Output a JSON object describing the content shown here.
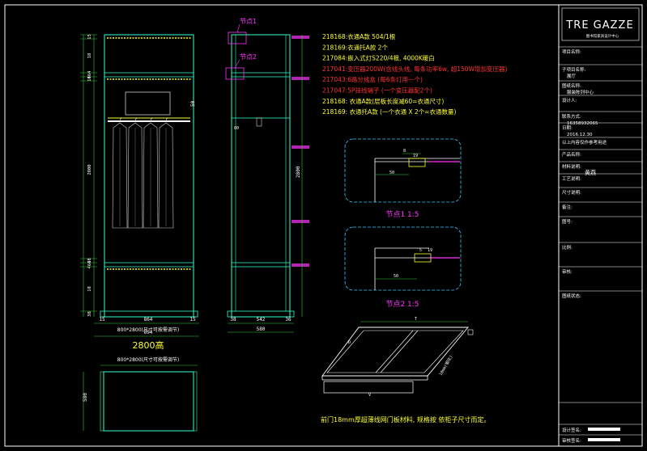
{
  "title_block": {
    "brand": "TRE GAZZE",
    "brand_sub": "图书馆家具设计中心",
    "rows": [
      {
        "label": "项目名称:",
        "value": ""
      },
      {
        "label": "子项目名称:",
        "value": "展厅"
      },
      {
        "label": "图纸名称:",
        "value": "服装陈列中心"
      },
      {
        "label": "设计人:",
        "value": ""
      },
      {
        "label": "联系方式:",
        "value": "16358932065"
      },
      {
        "label": "日期:",
        "value": "2016.12.30"
      },
      {
        "label": "以上内容仅作参考用途",
        "value": ""
      },
      {
        "label": "产品名称:",
        "value": ""
      },
      {
        "label": "材料说明:",
        "value": ""
      },
      {
        "label": "工艺说明:",
        "value": ""
      },
      {
        "label": "尺寸说明:",
        "value": ""
      },
      {
        "label": "备注:",
        "value": ""
      },
      {
        "label": "图号:",
        "value": ""
      },
      {
        "label": "比例:",
        "value": ""
      },
      {
        "label": "审核:",
        "value": ""
      },
      {
        "label": "图纸状态:",
        "value": ""
      }
    ],
    "designer": "黄燕",
    "signature_rows": [
      {
        "label": "设计签名:",
        "value": ""
      },
      {
        "label": "审核签名:",
        "value": ""
      }
    ]
  },
  "notes": [
    {
      "text": "218168:衣通A款 504/1根",
      "color": "#ffff33"
    },
    {
      "text": "218169:衣通托A款 2个",
      "color": "#ffff33"
    },
    {
      "text": "217084:嵌入式灯S220/4根, 4000K暖白",
      "color": "#ffff33"
    },
    {
      "text": "217041:变压器200W(含线头线, 每条功率6w, 超150W增加变压器)",
      "color": "#ff3333"
    },
    {
      "text": "217043:6路分线盒 (每6条灯用一个)",
      "color": "#ff3333"
    },
    {
      "text": "217047:5P挂线端子 (一个变压器配2个)",
      "color": "#ff3333"
    },
    {
      "text": "218168: 衣通A款(层板长度减60=衣通尺寸)",
      "color": "#ffff33"
    },
    {
      "text": "218169: 衣通托A款 (一个衣通 X 2个=衣通数量)",
      "color": "#ffff33"
    }
  ],
  "node_labels": [
    "节点1",
    "节点2"
  ],
  "detail_captions": [
    "节点1 1:5",
    "节点2 1:5"
  ],
  "front_view": {
    "height_dims": [
      "15",
      "18",
      "464",
      "18",
      "2800",
      "18",
      "464",
      "18",
      "38"
    ],
    "width_dims": [
      "15",
      "864",
      "15"
    ],
    "total_width": "894",
    "caption": "800*2800(尺寸可按需调节)",
    "scale_label": "2800高",
    "rod_dim": "50"
  },
  "side_view": {
    "height_dim": "2800",
    "width_dims": [
      "38",
      "542",
      "36"
    ],
    "total_width": "580",
    "shelf_dim": "80"
  },
  "top_view": {
    "caption": "800*2800(尺寸可按需调节)",
    "depth_dim": "580"
  },
  "details": {
    "d1": {
      "dim_a": "8",
      "dim_b": "19",
      "dim_c": "50"
    },
    "d2": {
      "dim_a": "5",
      "dim_b": "19",
      "dim_c": "50"
    }
  },
  "frame_view": {
    "width_dim": "T",
    "depth_dim": "D",
    "thickness_dim": "18mm(钢化)",
    "edge_dim": "V"
  },
  "bottom_note": "前门18mm厚超薄线网门板材料, 规格按 依柜子尺寸而定。",
  "colors": {
    "frame": "#ffffff",
    "cabinet": "#33ffcc",
    "dim": "#33cc33",
    "light": "#ffff33",
    "accent": "#ff33ff",
    "detail": "#33ccff",
    "hanger": "#cccccc"
  }
}
